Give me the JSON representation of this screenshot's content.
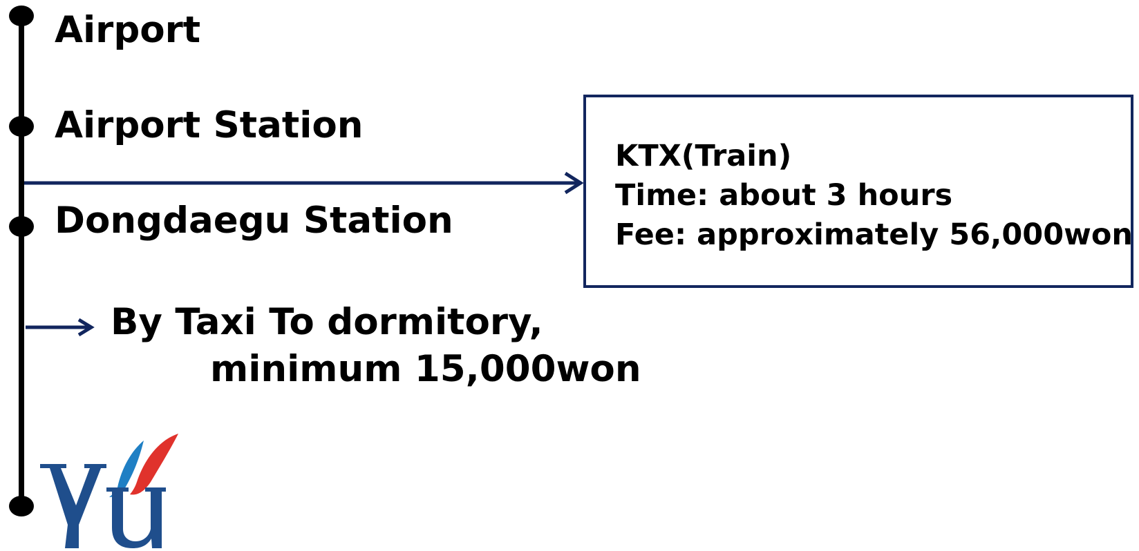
{
  "stops": [
    {
      "label": "Airport"
    },
    {
      "label": "Airport Station"
    },
    {
      "label": "Dongdaegu Station"
    }
  ],
  "ktx_box": {
    "lines": [
      "KTX(Train)",
      "Time: about 3 hours",
      "Fee: approximately 56,000won"
    ]
  },
  "taxi": {
    "line1": "By Taxi To dormitory,",
    "line2": "minimum 15,000won"
  },
  "logo": {
    "text": "YU"
  },
  "colors": {
    "line": "#000000",
    "arrow": "#12265e",
    "box_border": "#12265e",
    "logo_blue": "#1f4e8c",
    "logo_red": "#e0322c"
  }
}
